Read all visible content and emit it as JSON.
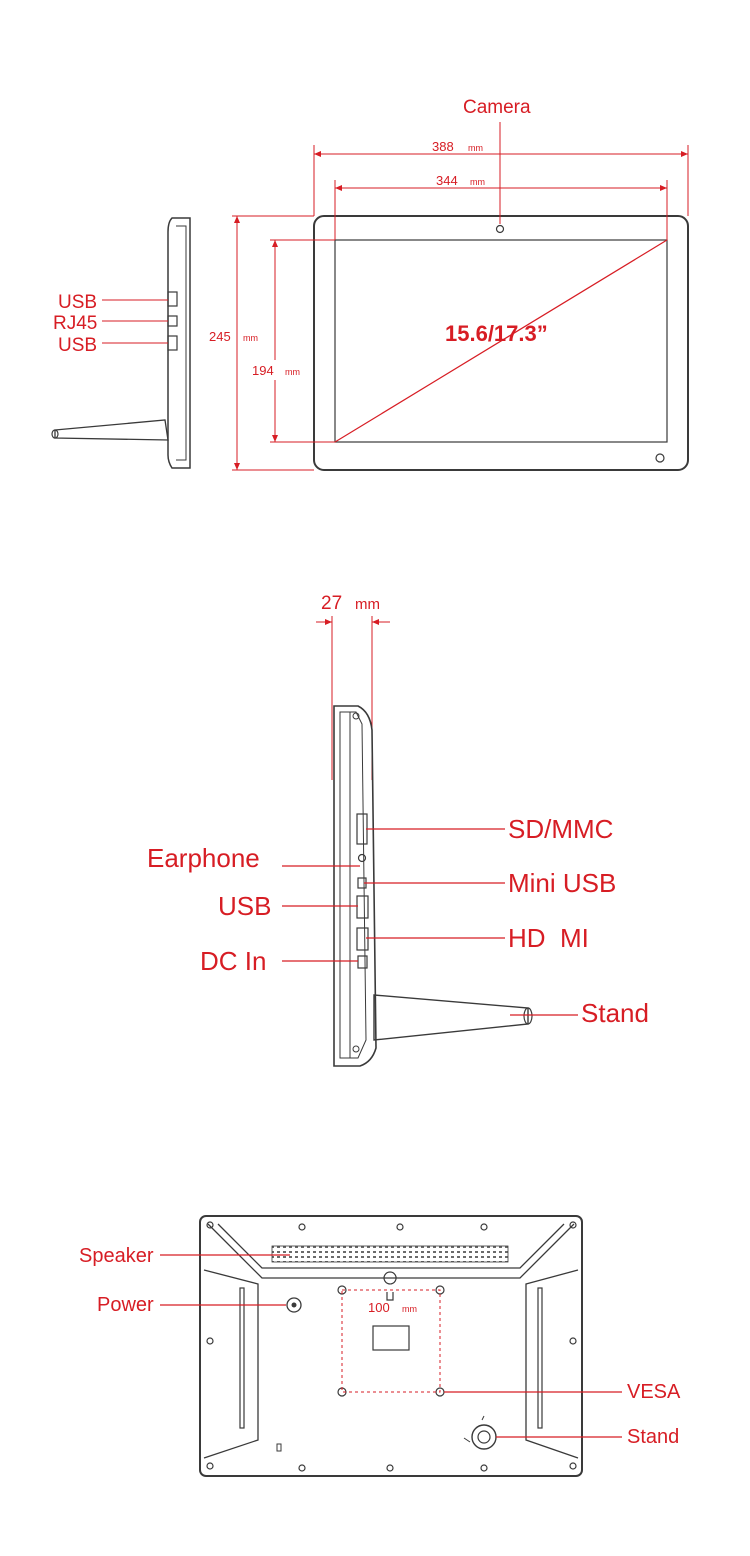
{
  "front_view": {
    "camera_label": "Camera",
    "width_outer": "388",
    "width_outer_unit": "mm",
    "width_screen": "344",
    "width_screen_unit": "mm",
    "height_outer": "245",
    "height_outer_unit": "mm",
    "height_screen": "194",
    "height_screen_unit": "mm",
    "diagonal": "15.6/17.3”",
    "port_usb_top": "USB",
    "port_rj45": "RJ45",
    "port_usb_bottom": "USB"
  },
  "side_view": {
    "depth": "27",
    "depth_unit": "mm",
    "sd_mmc": "SD/MMC",
    "earphone": "Earphone",
    "mini_usb": "Mini USB",
    "usb": "USB",
    "hdmi": "HD  MI",
    "dc_in": "DC In",
    "stand": "Stand"
  },
  "back_view": {
    "speaker": "Speaker",
    "power": "Power",
    "vesa_distance": "100",
    "vesa_distance_unit": "mm",
    "vesa": "VESA",
    "stand": "Stand"
  },
  "colors": {
    "annotation": "#d71d24",
    "device_outline": "#3a3a3a"
  }
}
